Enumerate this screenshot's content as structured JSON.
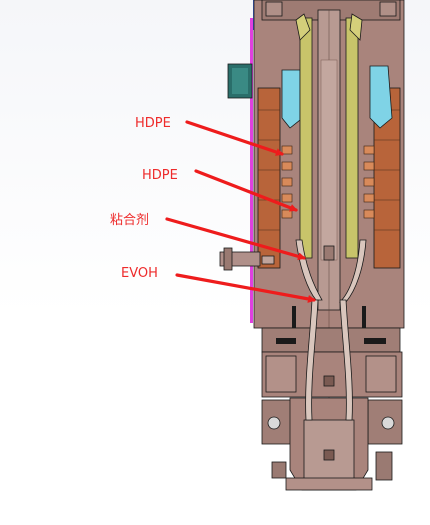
{
  "colors": {
    "label_text": "#ee2b2b",
    "arrow": "#ee1c1c",
    "steel": "#a9847c",
    "steel_dark": "#8a6a62",
    "outline": "#1a1a1a",
    "copper": "#b8643a",
    "olive": "#c8c46a",
    "cyan": "#7fd3e6",
    "teal": "#2a6e6a",
    "magenta": "#e040e0",
    "blue": "#3a5fc8"
  },
  "annotations": [
    {
      "text": "HDPE"
    },
    {
      "text": "HDPE"
    },
    {
      "text": "粘合剂"
    },
    {
      "text": "EVOH"
    }
  ]
}
